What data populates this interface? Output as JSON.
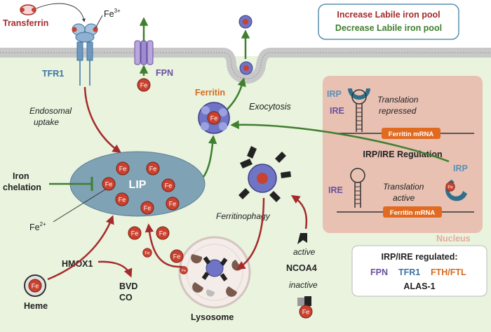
{
  "colors": {
    "increase": "#a52a2a",
    "decrease": "#3f7f2f",
    "cytoplasm": "#e9f3de",
    "membrane": "#c9c9c9",
    "lip": "#7fa2b5",
    "iron": "#c9412f",
    "nucleus": "#e8c1b3",
    "mrna": "#e06b20",
    "irp": "#3a87a3",
    "tfr1": "#3e73a3",
    "fpn": "#6a4fa0"
  },
  "legend": {
    "increase": "Increase Labile iron pool",
    "decrease": "Decrease Labile iron pool"
  },
  "labels": {
    "transferrin": "Transferrin",
    "fe3": "Fe",
    "fe3_sup": "3+",
    "tfr1": "TFR1",
    "fpn": "FPN",
    "ferritin": "Ferritin",
    "exocytosis": "Exocytosis",
    "endosomal_uptake_1": "Endosomal",
    "endosomal_uptake_2": "uptake",
    "lip": "LIP",
    "iron_chelation_1": "Iron",
    "iron_chelation_2": "chelation",
    "fe2": "Fe",
    "fe2_sup": "2+",
    "hmox1": "HMOX1",
    "heme": "Heme",
    "bvd": "BVD",
    "co": "CO",
    "ferritinophagy": "Ferritinophagy",
    "lysosome": "Lysosome",
    "active": "active",
    "ncoa4": "NCOA4",
    "inactive": "inactive",
    "fe_symbol": "Fe"
  },
  "irp_panel": {
    "irp_top": "IRP",
    "ire_top": "IRE",
    "translation_repressed_1": "Translation",
    "translation_repressed_2": "repressed",
    "mrna_top": "Ferritin mRNA",
    "title": "IRP/IRE Regulation",
    "irp_bottom": "IRP",
    "ire_bottom": "IRE",
    "translation_active_1": "Translation",
    "translation_active_2": "active",
    "mrna_bottom": "Ferritin mRNA",
    "nucleus": "Nucleus"
  },
  "regulated_box": {
    "title": "IRP/IRE  regulated:",
    "fpn": "FPN",
    "tfr1": "TFR1",
    "fth": "FTH/FTL",
    "alas": "ALAS-1"
  }
}
